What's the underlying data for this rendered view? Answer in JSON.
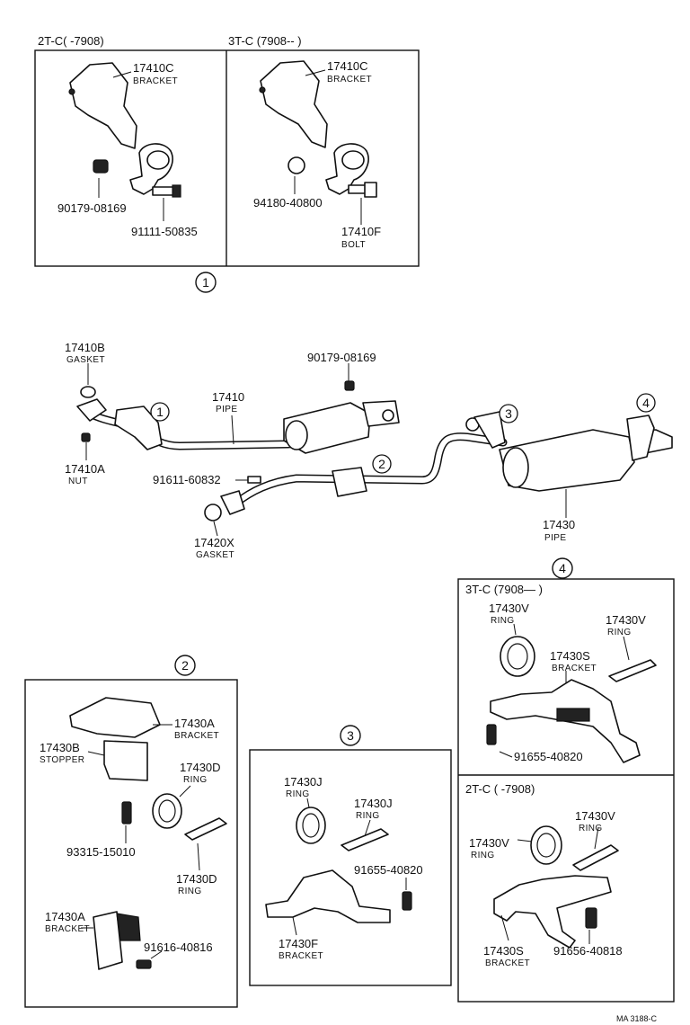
{
  "box1": {
    "left_header": "2T-C(       -7908)",
    "right_header": "3T-C (7908--       )",
    "left": {
      "bracket_pn": "17410C",
      "bracket_desc": "BRACKET",
      "nut_pn": "90179-08169",
      "bolt_pn": "91111-50835"
    },
    "right": {
      "bracket_pn": "17410C",
      "bracket_desc": "BRACKET",
      "nut_pn": "94180-40800",
      "bolt_pn": "17410F",
      "bolt_desc": "BOLT"
    },
    "callout": "1"
  },
  "main": {
    "gasket_b_pn": "17410B",
    "gasket_b_desc": "GASKET",
    "nut_a_pn": "17410A",
    "nut_a_desc": "NUT",
    "pipe_pn": "17410",
    "pipe_desc": "PIPE",
    "nut_top_pn": "90179-08169",
    "bolt_pn": "91611-60832",
    "gasket_x_pn": "17420X",
    "gasket_x_desc": "GASKET",
    "rear_pipe_pn": "17430",
    "rear_pipe_desc": "PIPE",
    "callouts": [
      "1",
      "2",
      "3",
      "4"
    ]
  },
  "box2": {
    "callout": "2",
    "bracket_pn": "17430A",
    "bracket_desc": "BRACKET",
    "stopper_pn": "17430B",
    "stopper_desc": "STOPPER",
    "ring1_pn": "17430D",
    "ring1_desc": "RING",
    "bolt_pn": "93315-15010",
    "ring2_pn": "17430D",
    "ring2_desc": "RING",
    "bracket2_pn": "17430A",
    "bracket2_desc": "BRACKET",
    "bolt2_pn": "91616-40816"
  },
  "box3": {
    "callout": "3",
    "ring1_pn": "17430J",
    "ring1_desc": "RING",
    "ring2_pn": "17430J",
    "ring2_desc": "RING",
    "bolt_pn": "91655-40820",
    "bracket_pn": "17430F",
    "bracket_desc": "BRACKET"
  },
  "box4": {
    "callout": "4",
    "top_header": "3T-C (7908—        )",
    "top": {
      "ring1_pn": "17430V",
      "ring1_desc": "RING",
      "ring2_pn": "17430V",
      "ring2_desc": "RING",
      "bracket_pn": "17430S",
      "bracket_desc": "BRACKET",
      "bolt_pn": "91655-40820"
    },
    "bottom_header": "2T-C (        -7908)",
    "bottom": {
      "ring1_pn": "17430V",
      "ring1_desc": "RING",
      "ring2_pn": "17430V",
      "ring2_desc": "RING",
      "bracket_pn": "17430S",
      "bracket_desc": "BRACKET",
      "bolt_pn": "91656-40818"
    }
  },
  "footer_code": "MA 3188-C"
}
